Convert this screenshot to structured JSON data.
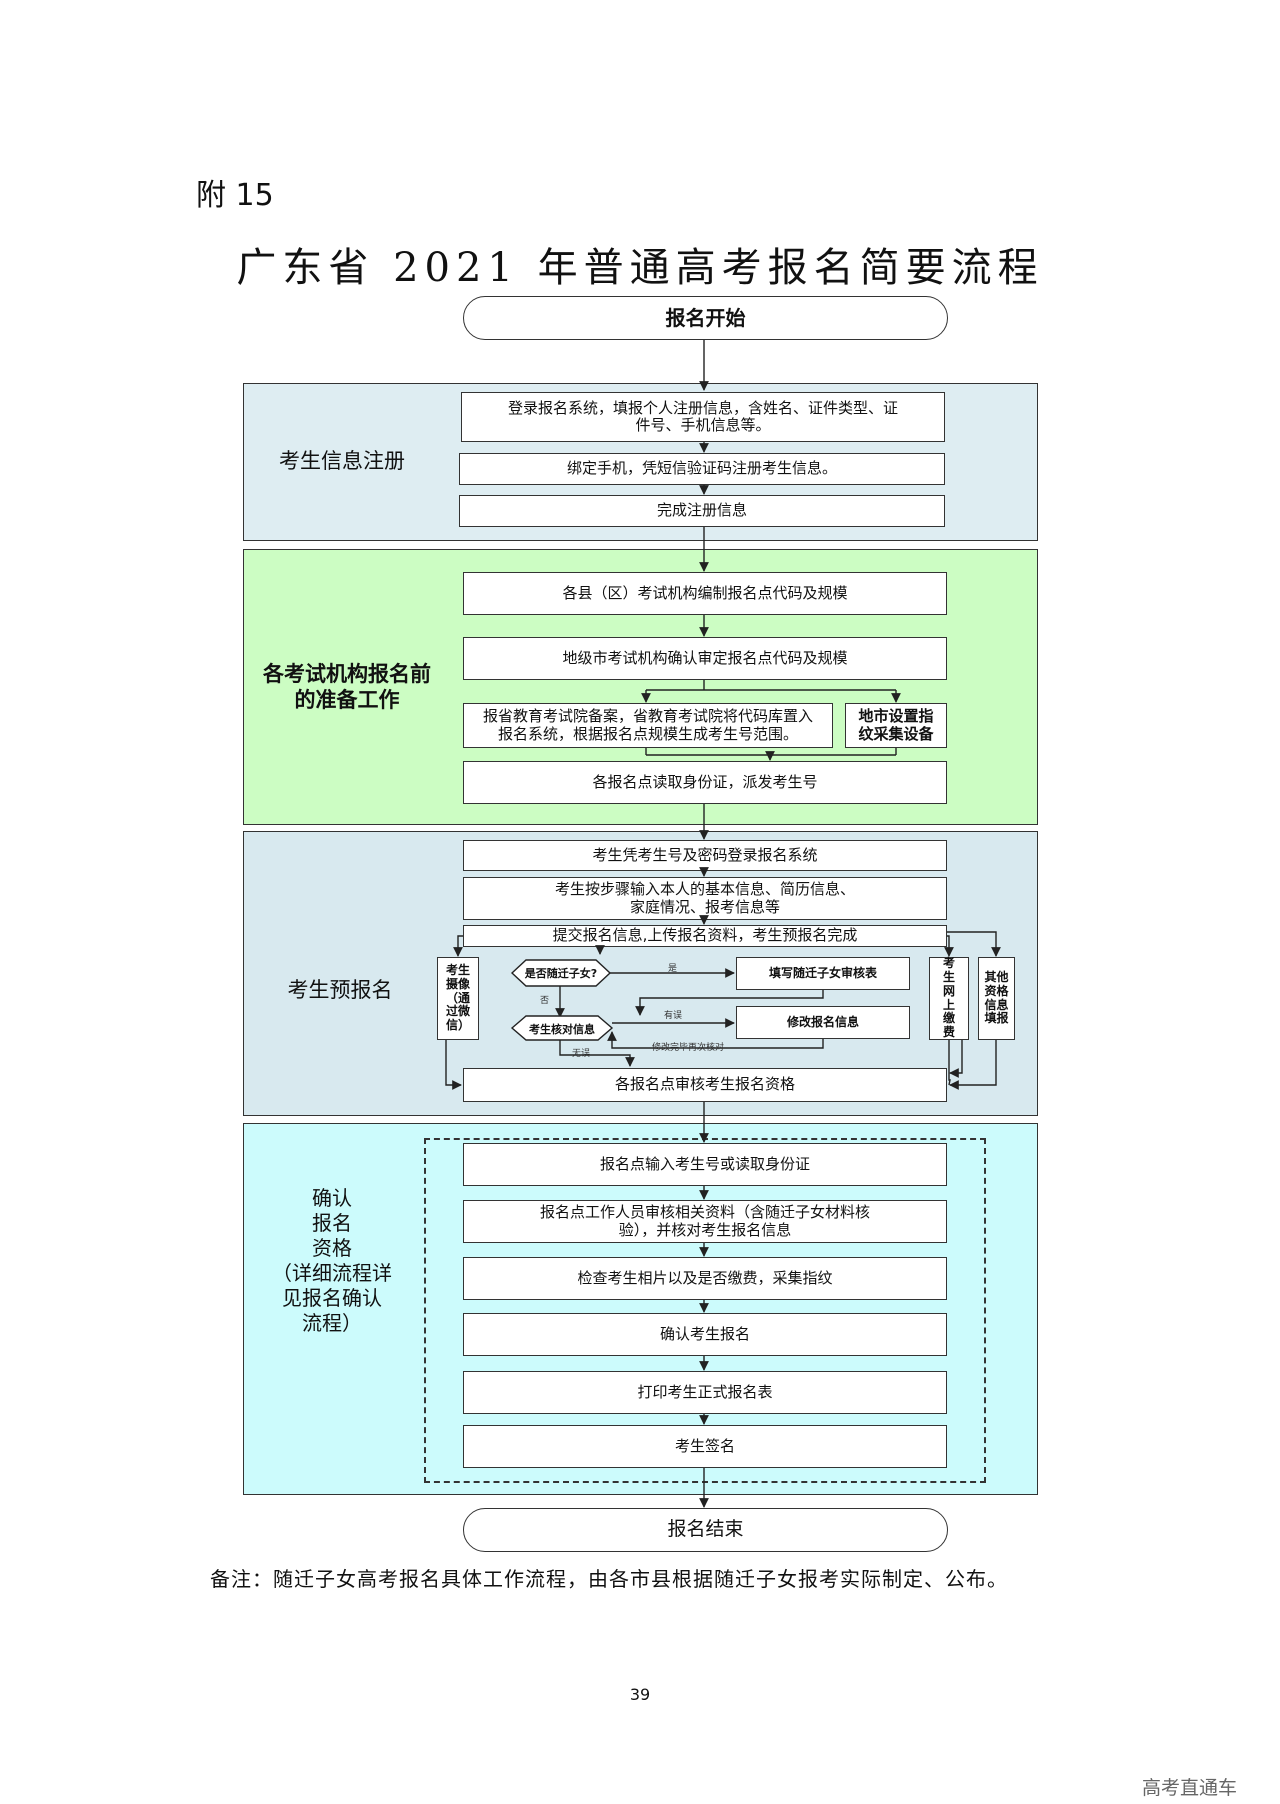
{
  "header": {
    "appendix": "附 15",
    "title": "广东省 2021 年普通高考报名简要流程"
  },
  "start": "报名开始",
  "end": "报名结束",
  "sections": {
    "register": {
      "label": "考生信息注册",
      "steps": [
        "登录报名系统，填报个人注册信息，含姓名、证件类型、证件号、手机信息等。",
        "绑定手机，凭短信验证码注册考生信息。",
        "完成注册信息"
      ]
    },
    "prepare": {
      "label": "各考试机构报名前的准备工作",
      "steps": [
        "各县（区）考试机构编制报名点代码及规模",
        "地级市考试机构确认审定报名点代码及规模",
        "报省教育考试院备案，省教育考试院将代码库置入报名系统，根据报名点规模生成考生号范围。",
        "地市设置指纹采集设备",
        "各报名点读取身份证，派发考生号"
      ]
    },
    "pre": {
      "label": "考生预报名",
      "steps": [
        "考生凭考生号及密码登录报名系统",
        "考生按步骤输入本人的基本信息、简历信息、家庭情况、报考信息等",
        "提交报名信息,上传报名资料，考生预报名完成",
        "各报名点审核考生报名资格"
      ],
      "side_left": "考生摄像（通过微信）",
      "side_pay": "考生网上缴费",
      "side_other": "其他资格信息填报",
      "decision_migrant": "是否随迁子女?",
      "fill_migrant": "填写随迁子女审核表",
      "check_info": "考生核对信息",
      "modify_info": "修改报名信息",
      "label_yes": "是",
      "label_no": "否",
      "label_error": "有误",
      "label_ok": "无误",
      "label_recheck": "修改完毕再次核对"
    },
    "confirm": {
      "label": "确认报名资格（详细流程详见报名确认流程）",
      "label_lines": [
        "确认",
        "报名",
        "资格",
        "（详细流程详",
        "见报名确认",
        "流程）"
      ],
      "steps": [
        "报名点输入考生号或读取身份证",
        "报名点工作人员审核相关资料（含随迁子女材料核验），并核对考生报名信息",
        "检查考生相片以及是否缴费，采集指纹",
        "确认考生报名",
        "打印考生正式报名表",
        "考生签名"
      ]
    }
  },
  "note": "备注：随迁子女高考报名具体工作流程，由各市县根据随迁子女报考实际制定、公布。",
  "page_number": "39",
  "watermark": "高考直通车",
  "colors": {
    "register_bg": "#deedf2",
    "prepare_bg": "#ccfdc3",
    "pre_bg": "#d8e9ef",
    "confirm_bg": "#ccfbfc"
  }
}
